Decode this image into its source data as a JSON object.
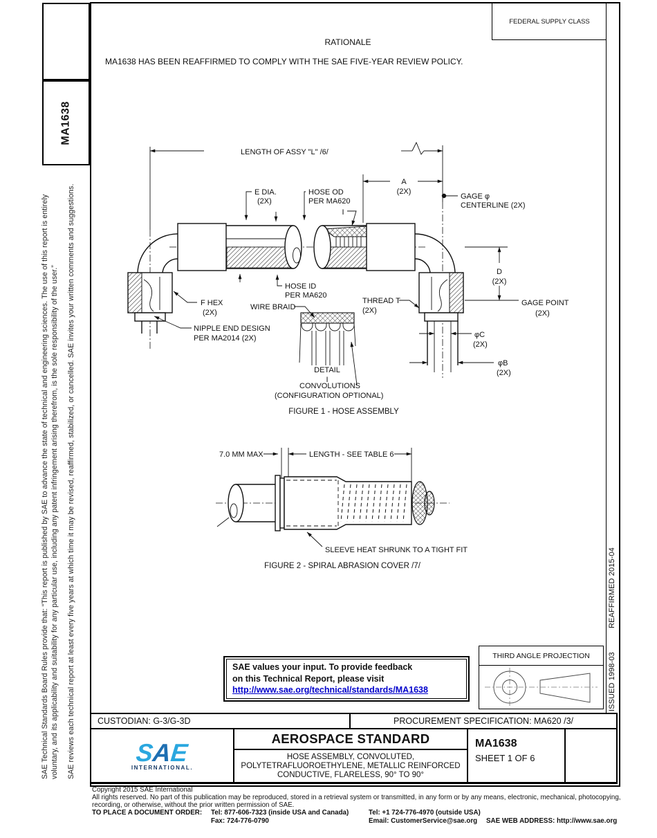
{
  "header": {
    "federal_supply_class": "FEDERAL SUPPLY CLASS",
    "rationale_title": "RATIONALE",
    "rationale_text": "MA1638 HAS BEEN REAFFIRMED TO COMPLY WITH THE SAE FIVE-YEAR REVIEW POLICY."
  },
  "sidebar_left": {
    "doc_number": "MA1638",
    "board_rules_line1": "SAE Technical Standards Board Rules provide that: “This report is published by SAE to advance the state of technical and engineering sciences. The use of this report is entirely",
    "board_rules_line2": "voluntary, and its applicability and suitability for any particular use, including any patent infringement arising therefrom, is the sole responsibility of the user.”",
    "review_note": "SAE reviews each technical report at least every five years at which time it may be revised, reaffirmed, stabilized, or cancelled. SAE invites your written comments and suggestions."
  },
  "sidebar_right": {
    "issued": "ISSUED 1998-03",
    "reaffirmed": "REAFFIRMED 2015-04"
  },
  "figure1": {
    "caption": "FIGURE 1 - HOSE ASSEMBLY",
    "labels": {
      "length_assy": "LENGTH OF ASSY \"L\" /6/",
      "e_dia": "E DIA.",
      "e_dia_qty": "(2X)",
      "hose_od_1": "HOSE OD",
      "hose_od_2": "PER MA620",
      "dim_a": "A",
      "dim_a_qty": "(2X)",
      "gage_cl_1": "GAGE φ",
      "gage_cl_2": "CENTERLINE (2X)",
      "detail_ref": "I",
      "dim_d": "D",
      "dim_d_qty": "(2X)",
      "gage_point_1": "GAGE POINT",
      "gage_point_2": "(2X)",
      "dia_c": "φC",
      "dia_c_qty": "(2X)",
      "dia_b": "φB",
      "dia_b_qty": "(2X)",
      "f_hex_1": "F HEX",
      "f_hex_2": "(2X)",
      "nipple_1": "NIPPLE END DESIGN",
      "nipple_2": "PER MA2014 (2X)",
      "hose_id_1": "HOSE ID",
      "hose_id_2": "PER MA620",
      "wire_braid": "WIRE BRAID",
      "thread_t_1": "THREAD T",
      "thread_t_2": "(2X)",
      "detail_label": "DETAIL",
      "detail_i": "I",
      "convolutions_1": "CONVOLUTIONS",
      "convolutions_2": "(CONFIGURATION OPTIONAL)"
    }
  },
  "figure2": {
    "caption": "FIGURE 2 - SPIRAL ABRASION COVER /7/",
    "labels": {
      "mm_max": "7.0 MM MAX",
      "length": "LENGTH - SEE TABLE 6",
      "sleeve": "SLEEVE HEAT SHRUNK TO A TIGHT FIT"
    }
  },
  "feedback": {
    "line1": "SAE values your input. To provide feedback",
    "line2": "on this Technical Report, please visit",
    "link": "http://www.sae.org/technical/standards/MA1638"
  },
  "projection": {
    "title": "THIRD ANGLE PROJECTION"
  },
  "title_block": {
    "custodian": "CUSTODIAN: G-3/G-3D",
    "procurement": "PROCUREMENT SPECIFICATION: MA620 /3/",
    "heading": "AEROSPACE STANDARD",
    "subtitle_1": "HOSE ASSEMBLY, CONVOLUTED,",
    "subtitle_2": "POLYTETRAFLUOROETHYLENE, METALLIC REINFORCED",
    "subtitle_3": "CONDUCTIVE, FLARELESS, 90° TO 90°",
    "doc_number": "MA1638",
    "sheet": "SHEET 1 OF 6",
    "logo_s": "S",
    "logo_a": "A",
    "logo_e": "E",
    "logo_sub": "INTERNATIONAL."
  },
  "footer": {
    "copyright": "Copyright 2015 SAE International",
    "rights_1": "All rights reserved. No part of this publication may be reproduced, stored in a retrieval system or transmitted, in any form or by any means, electronic, mechanical, photocopying,",
    "rights_2": "recording, or otherwise, without the prior written permission of SAE.",
    "order_label": "TO PLACE A DOCUMENT ORDER:",
    "tel_inside": "Tel: 877-606-7323 (inside USA and Canada)",
    "tel_outside": "Tel: +1 724-776-4970 (outside USA)",
    "fax": "Fax: 724-776-0790",
    "email": "Email: CustomerService@sae.org",
    "web": "SAE WEB ADDRESS: http://www.sae.org"
  },
  "colors": {
    "link_blue": "#0000cc",
    "sae_light_blue": "#2aa7df",
    "sae_mid_blue": "#1e6fb2",
    "sae_dark_blue": "#173a66"
  }
}
